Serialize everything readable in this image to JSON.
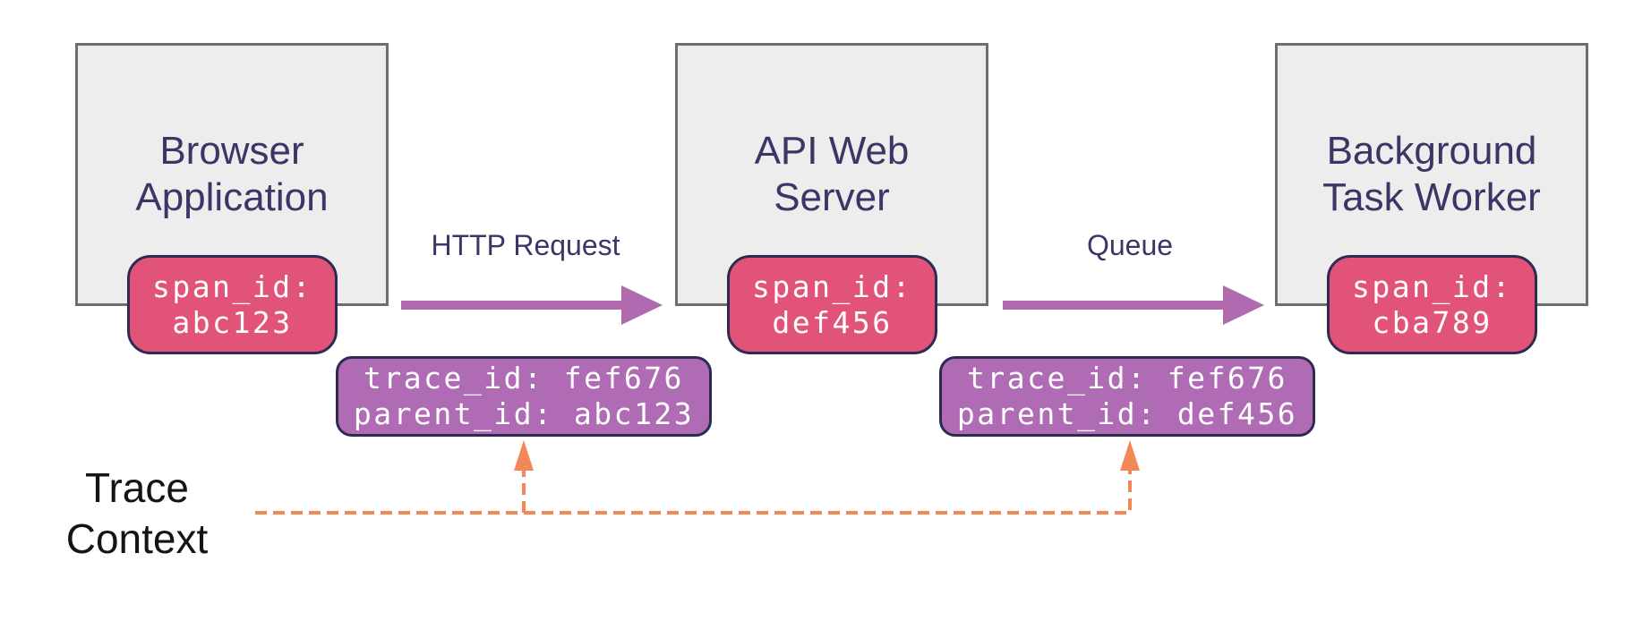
{
  "colors": {
    "canvas_bg": "#ffffff",
    "box_fill": "#ededed",
    "box_border": "#6e6e6e",
    "title_text": "#3f3465",
    "span_badge_fill": "#e2537a",
    "trace_badge_fill": "#af6cb5",
    "badge_border": "#2f2a52",
    "badge_text": "#ffffff",
    "arrow": "#b06ab0",
    "edge_label_text": "#3f3465",
    "trace_line": "#f28757",
    "trace_label_text": "#141414"
  },
  "nodes": [
    {
      "title": "Browser Application",
      "span_badge": {
        "line1": "span_id:",
        "line2": "abc123"
      }
    },
    {
      "title": "API Web Server",
      "span_badge": {
        "line1": "span_id:",
        "line2": "def456"
      }
    },
    {
      "title": "Background Task Worker",
      "span_badge": {
        "line1": "span_id:",
        "line2": "cba789"
      }
    }
  ],
  "edges": [
    {
      "label": "HTTP Request",
      "context_badge": {
        "line1": "trace_id: fef676",
        "line2": "parent_id: abc123"
      }
    },
    {
      "label": "Queue",
      "context_badge": {
        "line1": "trace_id: fef676",
        "line2": "parent_id: def456"
      }
    }
  ],
  "trace_context": {
    "label_line1": "Trace",
    "label_line2": "Context"
  }
}
